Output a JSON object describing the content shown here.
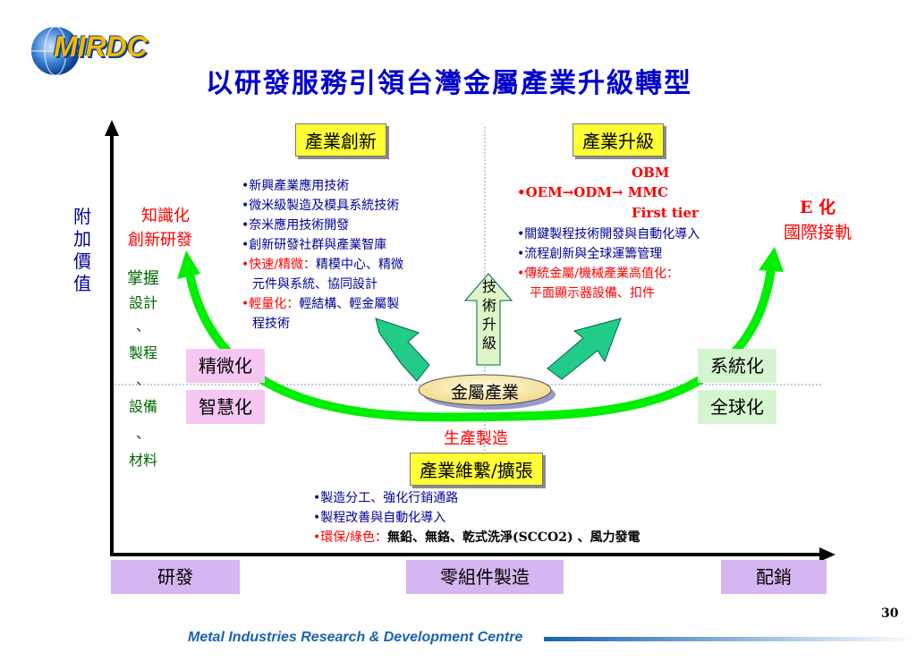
{
  "logo": {
    "text": "MIRDC"
  },
  "title": "以研發服務引領台灣金屬產業升級轉型",
  "top_left_box": "產業創新",
  "top_right_box": "產業升級",
  "y_axis_label": "附加價值",
  "left_label": {
    "line1": "知識化",
    "line2": "創新研發"
  },
  "right_label": {
    "line1": "E 化",
    "line2": "國際接軌"
  },
  "left_vertical": [
    "掌握",
    "設計",
    "、",
    "製程",
    "、",
    "設備",
    "、",
    "材料"
  ],
  "innovation_items": [
    {
      "bullet": "•",
      "text": "新興產業應用技術",
      "highlight": "",
      "cont": ""
    },
    {
      "bullet": "•",
      "text": "微米級製造及模具系統技術",
      "highlight": "",
      "cont": ""
    },
    {
      "bullet": "•",
      "text": "奈米應用技術開發",
      "highlight": "",
      "cont": ""
    },
    {
      "bullet": "•",
      "text": "創新研發社群與產業智庫",
      "highlight": "",
      "cont": ""
    },
    {
      "bullet": "•",
      "highlight": "快速/精微：",
      "text": "精模中心、精微",
      "cont": "元件與系統、協同設計"
    },
    {
      "bullet": "•",
      "highlight": "輕量化：",
      "text": "輕結構、輕金屬製",
      "cont": "程技術"
    }
  ],
  "upgrade": {
    "obm": "OBM",
    "oem_line": "OEM→ODM→ MMC",
    "first_tier": "First tier",
    "items": [
      {
        "bullet": "•",
        "text": "關鍵製程技術開發與自動化導入"
      },
      {
        "bullet": "•",
        "text": "流程創新與全球運籌管理"
      }
    ],
    "red_item": {
      "bullet": "•",
      "line1": "傳統金屬/機械產業高值化：",
      "line2": "平面顯示器設備、扣件"
    }
  },
  "tech_upgrade": [
    "技",
    "術",
    "升",
    "級"
  ],
  "left_boxes": [
    "精微化",
    "智慧化"
  ],
  "right_boxes": [
    "系統化",
    "全球化"
  ],
  "center_oval": "金屬產業",
  "production_label": "生產製造",
  "bottom_box": "產業維繫/擴張",
  "bottom_items": [
    {
      "bullet": "•",
      "highlight": "",
      "text": "製造分工、強化行銷通路"
    },
    {
      "bullet": "•",
      "highlight": "",
      "text": "製程改善與自動化導入"
    },
    {
      "bullet": "•",
      "highlight": "環保/綠色：",
      "text": "無鉛、無鉻、乾式洗淨(SCCO2) 、風力發電"
    }
  ],
  "x_axis": [
    "研發",
    "零組件製造",
    "配銷"
  ],
  "page_number": "30",
  "footer": "Metal Industries Research & Development Centre",
  "colors": {
    "title": "#0000cc",
    "arc": "#00ee00",
    "arrow": "#22cc88",
    "highlight_red": "#ff0000",
    "yellow_box": "#ffff33"
  }
}
